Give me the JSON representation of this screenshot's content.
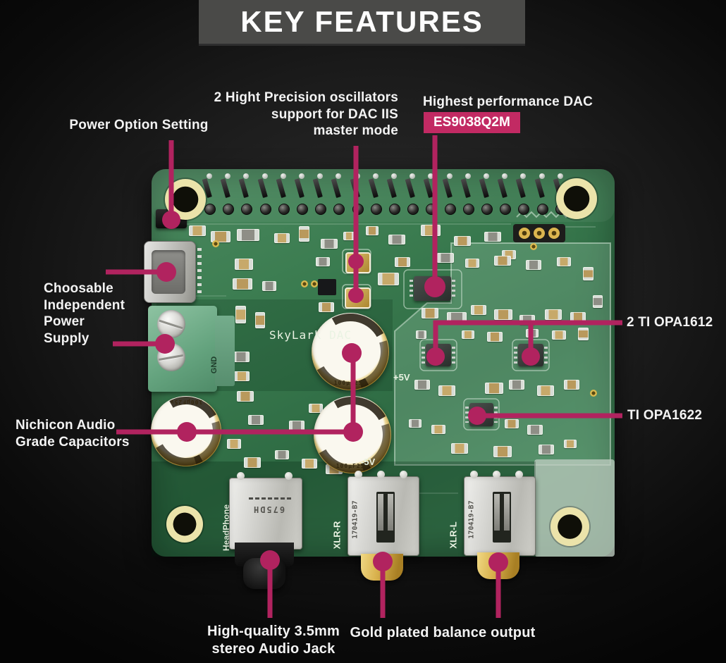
{
  "title": "KEY FEATURES",
  "colors": {
    "accent": "#b1235f",
    "badge_bg": "#c22a63",
    "pcb_green": "#3b7c50",
    "background": "#1c1c1c"
  },
  "annotations": {
    "power_option": {
      "label": "Power Option Setting"
    },
    "oscillators": {
      "line1": "2 Hight Precision oscillators",
      "line2": "support for DAC IIS",
      "line3": "master mode"
    },
    "dac": {
      "heading": "Highest performance DAC",
      "chip": "ES9038Q2M"
    },
    "power_supply": {
      "line1": "Choosable",
      "line2": "Independent",
      "line3": "Power",
      "line4": "Supply"
    },
    "capacitors": {
      "line1": "Nichicon Audio",
      "line2": "Grade Capacitors"
    },
    "opa1612": {
      "label": "2 TI OPA1612"
    },
    "opa1622": {
      "label": "TI OPA1622"
    },
    "audio_jack": {
      "line1": "High-quality 3.5mm",
      "line2": "stereo Audio Jack"
    },
    "balance_output": {
      "label": "Gold plated balance output"
    }
  },
  "board": {
    "silkscreen_name": "SkyLark DAC",
    "rail_pos": "+5V",
    "rail_neg": "-5V",
    "gnd": "GND",
    "headphone": "HeadPhone",
    "xlr_r": "XLR-R",
    "xlr_l": "XLR-L",
    "hp_jack_marking": "675DH",
    "xlr_r_marking": "170419-B7",
    "xlr_l_marking": "170419-B7",
    "cap_marking": "100μF25v"
  }
}
